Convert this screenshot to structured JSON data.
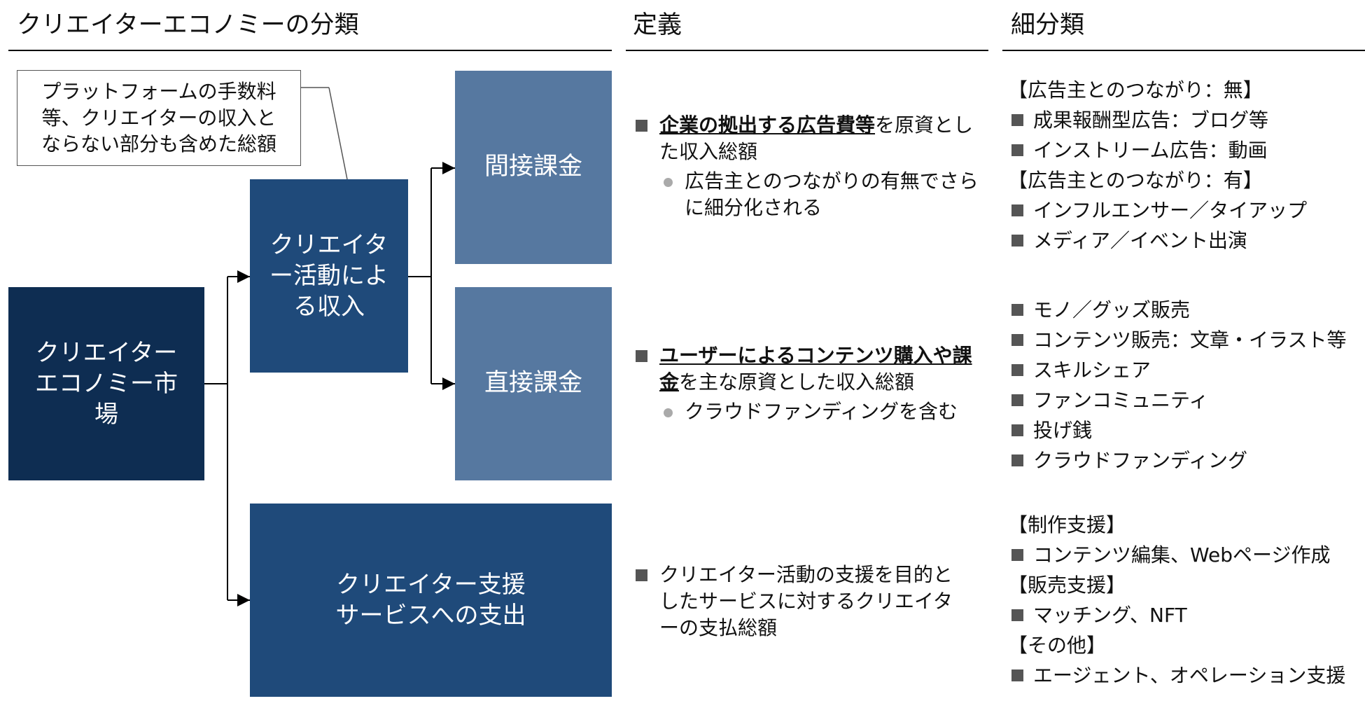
{
  "headers": {
    "classification": "クリエイターエコノミーの分類",
    "definition": "定義",
    "subcategory": "細分類"
  },
  "colors": {
    "dark_navy": "#0e2d52",
    "navy": "#1f4a7a",
    "steel_blue": "#5678a0"
  },
  "note": {
    "text": "プラットフォームの手数料等、クリエイターの収入とならない部分も含めた総額"
  },
  "boxes": {
    "market": "クリエイターエコノミー市場",
    "activity_income": "クリエイター活動による収入",
    "indirect": "間接課金",
    "direct": "直接課金",
    "support_spend": "クリエイター支援サービスへの支出"
  },
  "definitions": {
    "indirect": {
      "bold": "企業の拠出する広告費等",
      "rest": "を原資とした収入総額",
      "bullet": "広告主とのつながりの有無でさらに細分化される"
    },
    "direct": {
      "bold": "ユーザーによるコンテンツ購入や課金",
      "rest": "を主な原資とした収入総額",
      "bullet": "クラウドファンディングを含む"
    },
    "support": {
      "text": "クリエイター活動の支援を目的としたサービスに対するクリエイターの支払総額"
    }
  },
  "subcategories": {
    "indirect": [
      {
        "type": "head",
        "text": "【広告主とのつながり：無】"
      },
      {
        "type": "item",
        "text": "成果報酬型広告：ブログ等"
      },
      {
        "type": "item",
        "text": "インストリーム広告：動画"
      },
      {
        "type": "head",
        "text": "【広告主とのつながり：有】"
      },
      {
        "type": "item",
        "text": "インフルエンサー／タイアップ"
      },
      {
        "type": "item",
        "text": "メディア／イベント出演"
      }
    ],
    "direct": [
      {
        "type": "item",
        "text": "モノ／グッズ販売"
      },
      {
        "type": "item",
        "text": "コンテンツ販売：文章・イラスト等"
      },
      {
        "type": "item",
        "text": "スキルシェア"
      },
      {
        "type": "item",
        "text": "ファンコミュニティ"
      },
      {
        "type": "item",
        "text": "投げ銭"
      },
      {
        "type": "item",
        "text": "クラウドファンディング"
      }
    ],
    "support": [
      {
        "type": "head",
        "text": "【制作支援】"
      },
      {
        "type": "item",
        "text": "コンテンツ編集、Webページ作成"
      },
      {
        "type": "head",
        "text": "【販売支援】"
      },
      {
        "type": "item",
        "text": "マッチング、NFT"
      },
      {
        "type": "head",
        "text": "【その他】"
      },
      {
        "type": "item",
        "text": "エージェント、オペレーション支援"
      }
    ]
  }
}
